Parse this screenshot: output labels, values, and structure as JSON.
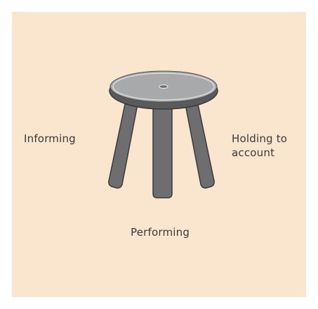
{
  "colors": {
    "background": "#fae6cf",
    "leg": "#6e6e70",
    "leg_outline": "#3a3a3a",
    "seat_top": "#a8a9ab",
    "seat_rim": "#5a5a5c",
    "seat_ring": "#e4e4e4",
    "text": "#3a3a3a"
  },
  "labels": {
    "left": "Informing",
    "right_line1": "Holding to",
    "right_line2": "account",
    "bottom": "Performing"
  }
}
